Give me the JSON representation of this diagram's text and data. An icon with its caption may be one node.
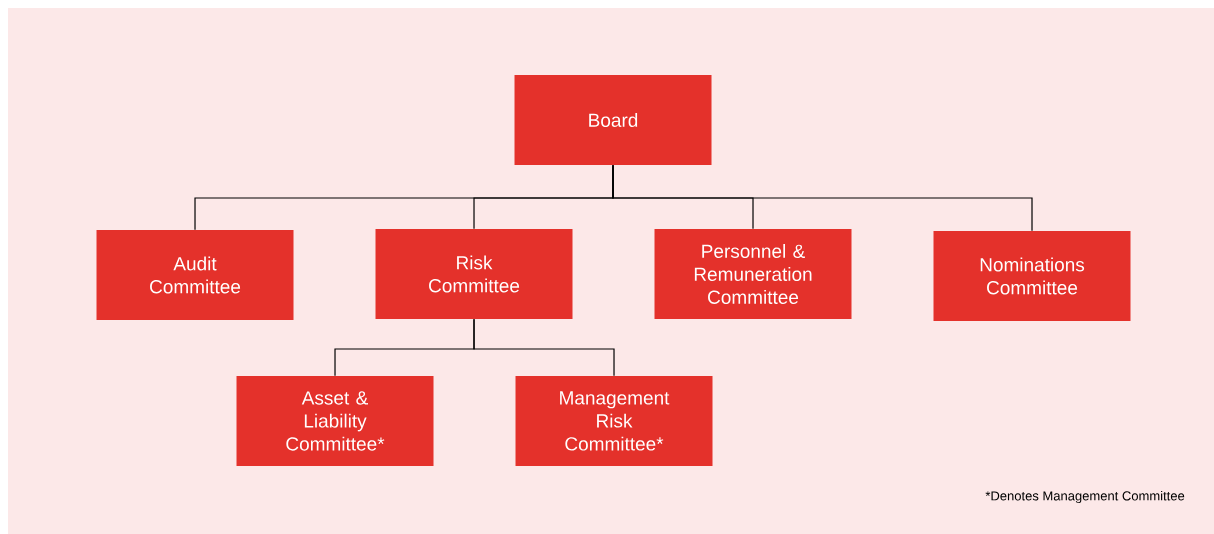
{
  "diagram": {
    "nodes": [
      {
        "text": [
          "Board"
        ]
      },
      {
        "text": [
          "Audit Committee"
        ]
      },
      {
        "text": [
          "Risk Committee"
        ]
      },
      {
        "text": [
          "Personnel & Remuneration Committee"
        ]
      },
      {
        "text": [
          "Nominations Committee"
        ]
      },
      {
        "text": [
          "Asset & Liability Committee*"
        ]
      },
      {
        "text": [
          "Management Risk Committee*"
        ]
      }
    ],
    "edges": [
      {
        "from": 0,
        "to": 1,
        "arrow": "none"
      },
      {
        "from": 0,
        "to": 2,
        "arrow": "none"
      },
      {
        "from": 0,
        "to": 3,
        "arrow": "none"
      },
      {
        "from": 0,
        "to": 4,
        "arrow": "none"
      },
      {
        "from": 2,
        "to": 5,
        "arrow": "none"
      },
      {
        "from": 2,
        "to": 6,
        "arrow": "none"
      }
    ],
    "labels": [
      "*Denotes Management Committee"
    ]
  }
}
